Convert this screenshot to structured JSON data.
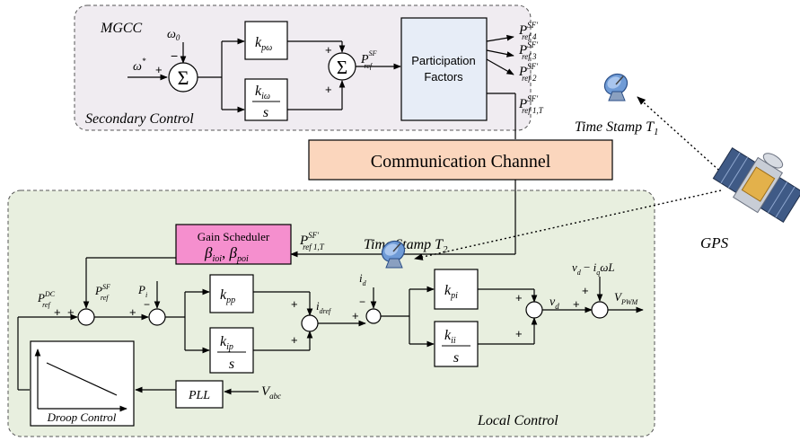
{
  "secondary": {
    "title": "MGCC",
    "caption": "Secondary Control",
    "omega0": "ω",
    "omega0_sub": "0",
    "omega_star": "ω",
    "omega_star_sup": "*",
    "sigma": "Σ",
    "kp_omega": "k",
    "kp_omega_sub": "pω",
    "ki_omega": "k",
    "ki_omega_sub": "iω",
    "s": "s",
    "p_ref_sf": "P",
    "p_ref_sf_sup": "SF",
    "p_ref_sf_sub": "ref",
    "participation_line1": "Participation",
    "participation_line2": "Factors",
    "outputs": [
      {
        "sub": "ref 4"
      },
      {
        "sub": "ref 3"
      },
      {
        "sub": "ref 2"
      },
      {
        "sub": "ref 1,T"
      }
    ],
    "sf_prime": "SF′",
    "plus": "+",
    "minus": "−"
  },
  "comm": {
    "label": "Communication Channel",
    "timestamp1": "Time Stamp T",
    "timestamp1_sub": "1",
    "timestamp2": "Time Stamp T",
    "timestamp2_sub": "2"
  },
  "gps": {
    "label": "GPS"
  },
  "local": {
    "caption": "Local Control",
    "gain_title": "Gain Scheduler",
    "gain_beta1": "β",
    "gain_beta1_sub": "ioi",
    "gain_beta2": "β",
    "gain_beta2_sub": "poi",
    "p_ref_sf1": "P",
    "p_ref_dc": "P",
    "p_ref_dc_sup": "DC",
    "p_i": "P",
    "p_i_sub": "i",
    "kpp_sub": "pp",
    "kip_sub": "ip",
    "idref": "i",
    "idref_sub": "dref",
    "id": "i",
    "id_sub": "d",
    "kpi_sub": "pi",
    "kii_sub": "ii",
    "vd": "v",
    "vd_sub": "d",
    "vd_top": "v",
    "iq_omega_l": "i",
    "iq_sub": "q",
    "omega_l": "ωL",
    "vpwm": "V",
    "vpwm_sub": "PWM",
    "pll": "PLL",
    "vabc": "V",
    "vabc_sub": "abc",
    "droop": "Droop Control"
  },
  "colors": {
    "secondary_bg": "#f0ecf1",
    "local_bg": "#e8efdf",
    "participation_bg": "#e7edf7",
    "comm_bg": "#fbd6bd",
    "gain_bg": "#f58fce"
  }
}
